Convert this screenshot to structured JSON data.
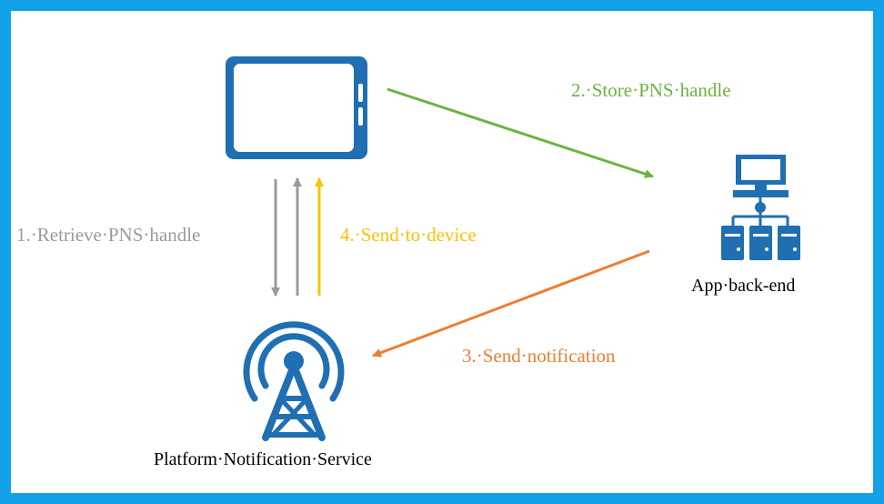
{
  "colors": {
    "border": "#12a0e8",
    "icon_blue": "#1f6fb2",
    "green": "#6db33f",
    "gray": "#9a9a9a",
    "yellow": "#ffc000",
    "orange": "#ed7d31"
  },
  "nodes": {
    "device": {
      "icon": "tablet-icon"
    },
    "backend": {
      "icon": "server-network-icon",
      "label": "App·back-end"
    },
    "pns": {
      "icon": "broadcast-tower-icon",
      "label": "Platform·Notification·Service"
    }
  },
  "steps": [
    {
      "label": "1.·Retrieve·PNS·handle",
      "color": "#9a9a9a"
    },
    {
      "label": "2.·Store·PNS·handle",
      "color": "#6db33f"
    },
    {
      "label": "3.·Send·notification",
      "color": "#ed7d31"
    },
    {
      "label": "4.·Send·to·device",
      "color": "#ffc000"
    }
  ]
}
